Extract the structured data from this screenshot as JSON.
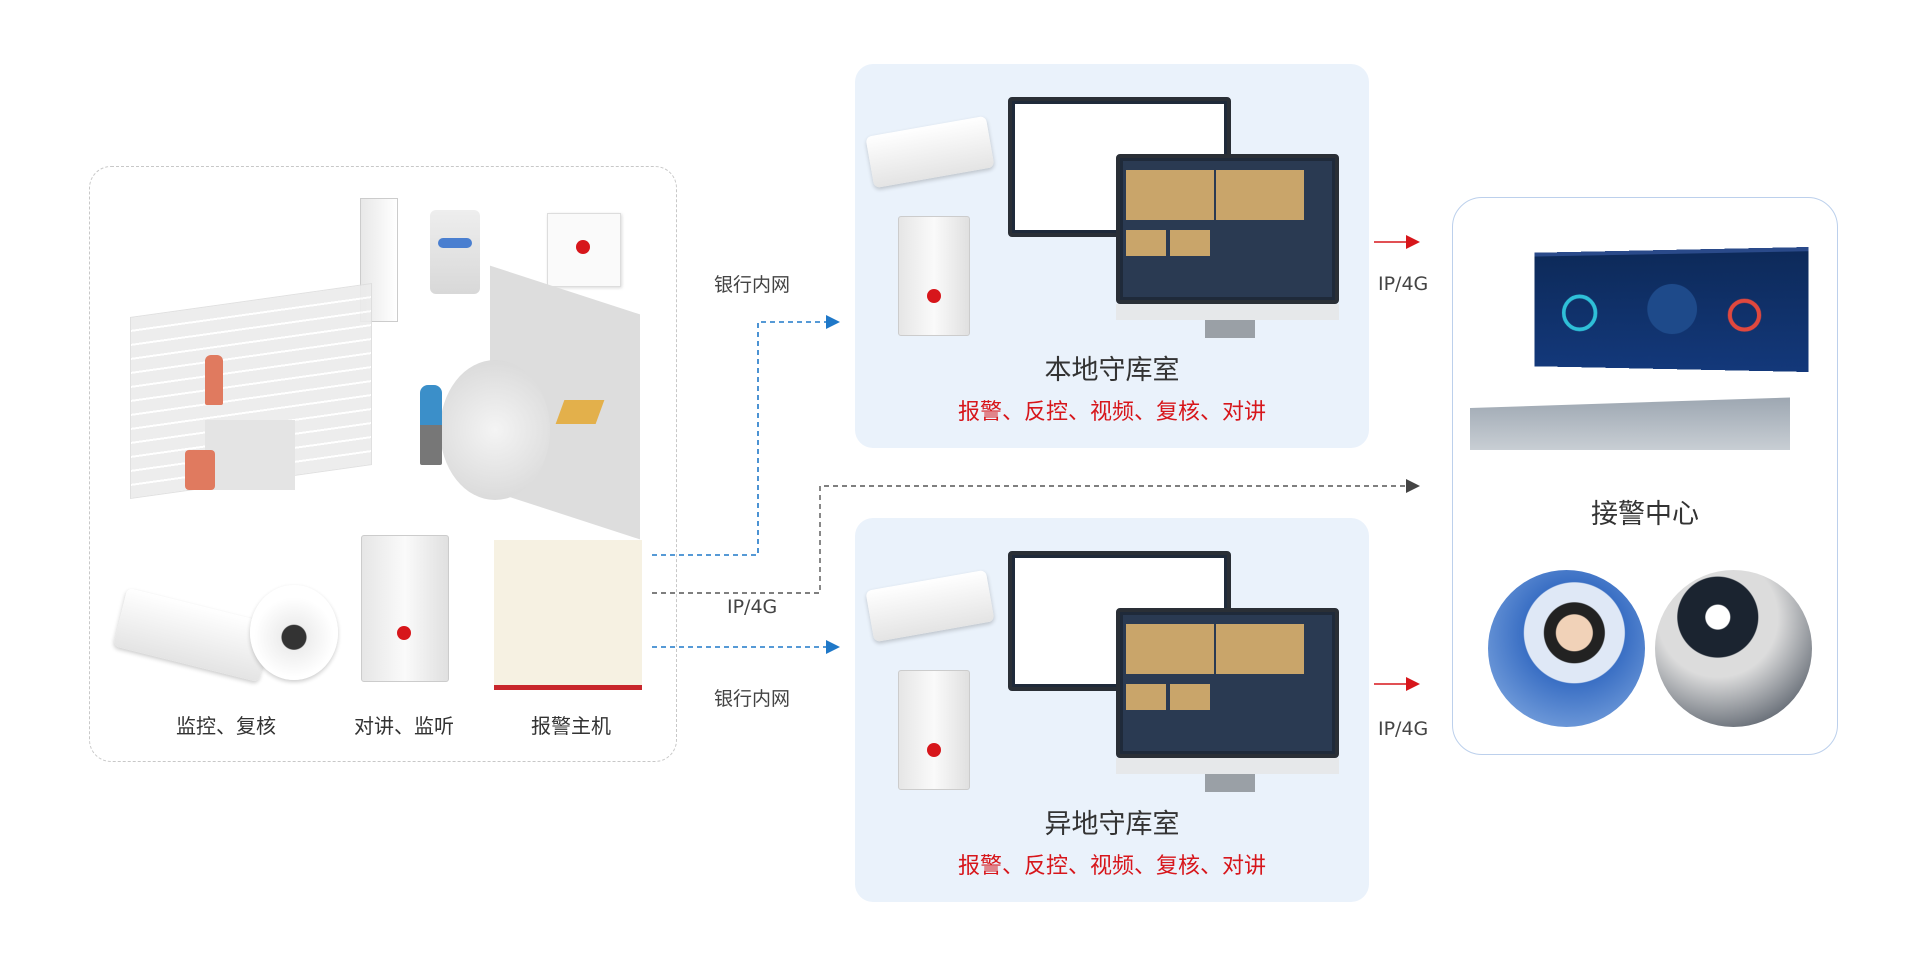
{
  "site": {
    "devices": [
      {
        "label": "监控、复核",
        "icon": "camera-icon"
      },
      {
        "label": "对讲、监听",
        "icon": "intercom-icon"
      },
      {
        "label": "报警主机",
        "icon": "alarm-host-icon"
      }
    ]
  },
  "links": {
    "bank_intranet_top": "银行内网",
    "bank_intranet_bottom": "银行内网",
    "ip4g_middle": "IP/4G",
    "ip4g_top_right": "IP/4G",
    "ip4g_bottom_right": "IP/4G"
  },
  "rooms": {
    "local": {
      "title": "本地守库室",
      "functions": "报警、反控、视频、复核、对讲"
    },
    "remote": {
      "title": "异地守库室",
      "functions": "报警、反控、视频、复核、对讲"
    }
  },
  "center": {
    "title": "接警中心"
  },
  "colors": {
    "accent_red": "#d7161b",
    "intranet_blue": "#1f78c8",
    "room_bg": "#eaf2fb",
    "dashed_gray": "#555555"
  }
}
